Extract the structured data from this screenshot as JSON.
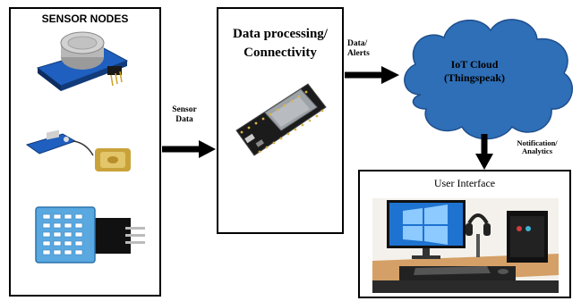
{
  "nodes": {
    "sensor_nodes": {
      "title": "SENSOR NODES"
    },
    "data_processing": {
      "title_line1": "Data processing/",
      "title_line2": "Connectivity"
    },
    "iot_cloud": {
      "title_line1": "IoT Cloud",
      "title_line2": "(Thingspeak)"
    },
    "user_interface": {
      "title": "User Interface"
    }
  },
  "edges": {
    "sensor_data": {
      "line1": "Sensor",
      "line2": "Data"
    },
    "data_alerts": {
      "line1": "Data/",
      "line2": "Alerts"
    },
    "notification_analytics": {
      "line1": "Notification/",
      "line2": "Analytics"
    }
  },
  "colors": {
    "cloud_fill": "#2e6fb7",
    "cloud_stroke": "#1f4e8c",
    "arrow": "#000000"
  },
  "icons": {
    "gas_sensor": "gas-sensor-module-icon",
    "gps_module": "gps-module-icon",
    "dht_sensor": "dht-sensor-icon",
    "esp32": "esp32-board-icon",
    "desktop": "desktop-setup-icon"
  }
}
